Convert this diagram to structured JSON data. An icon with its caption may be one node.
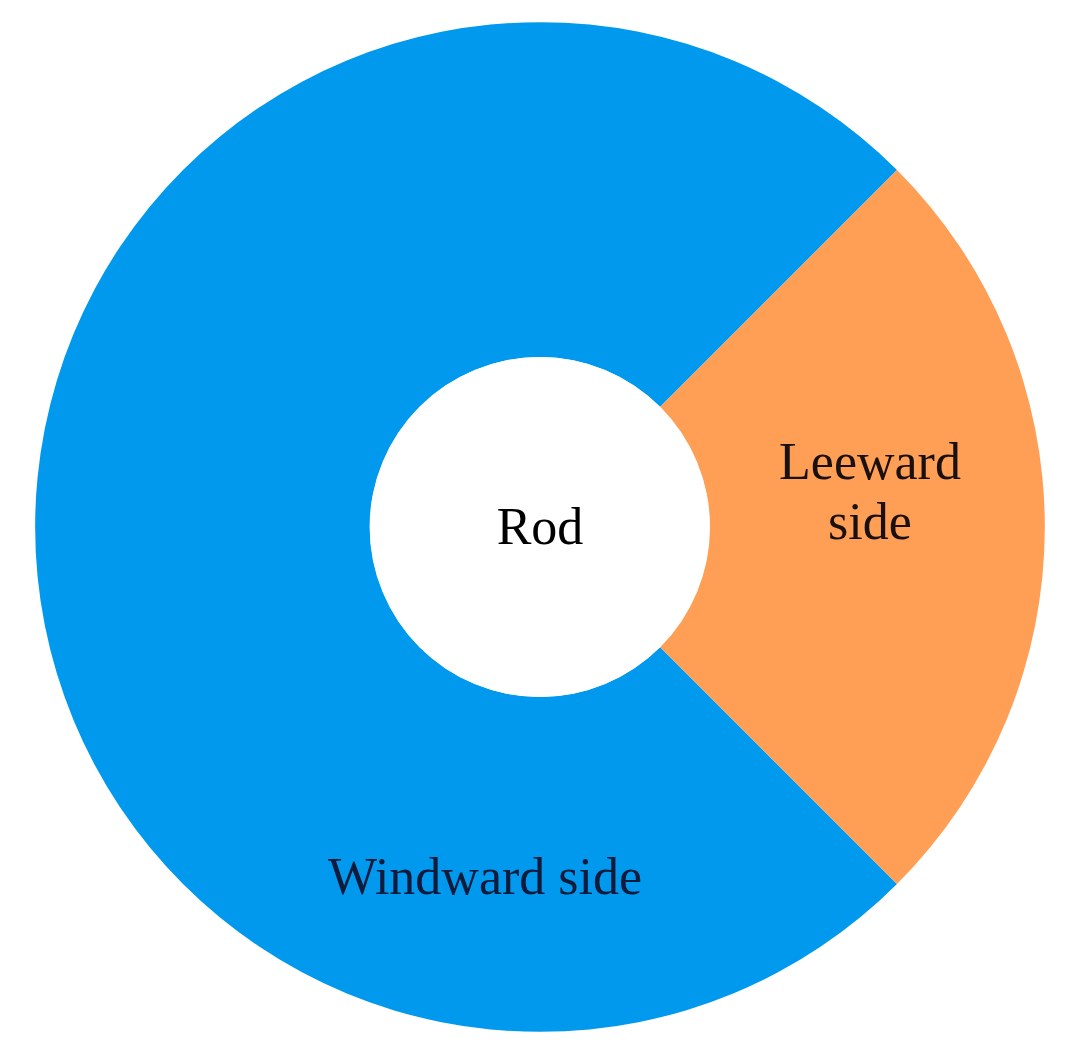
{
  "diagram": {
    "nodes": [
      {
        "text": [
          "Windward side"
        ]
      },
      {
        "text": [
          "Leeward side"
        ]
      },
      {
        "text": [
          "Rod"
        ]
      }
    ]
  }
}
